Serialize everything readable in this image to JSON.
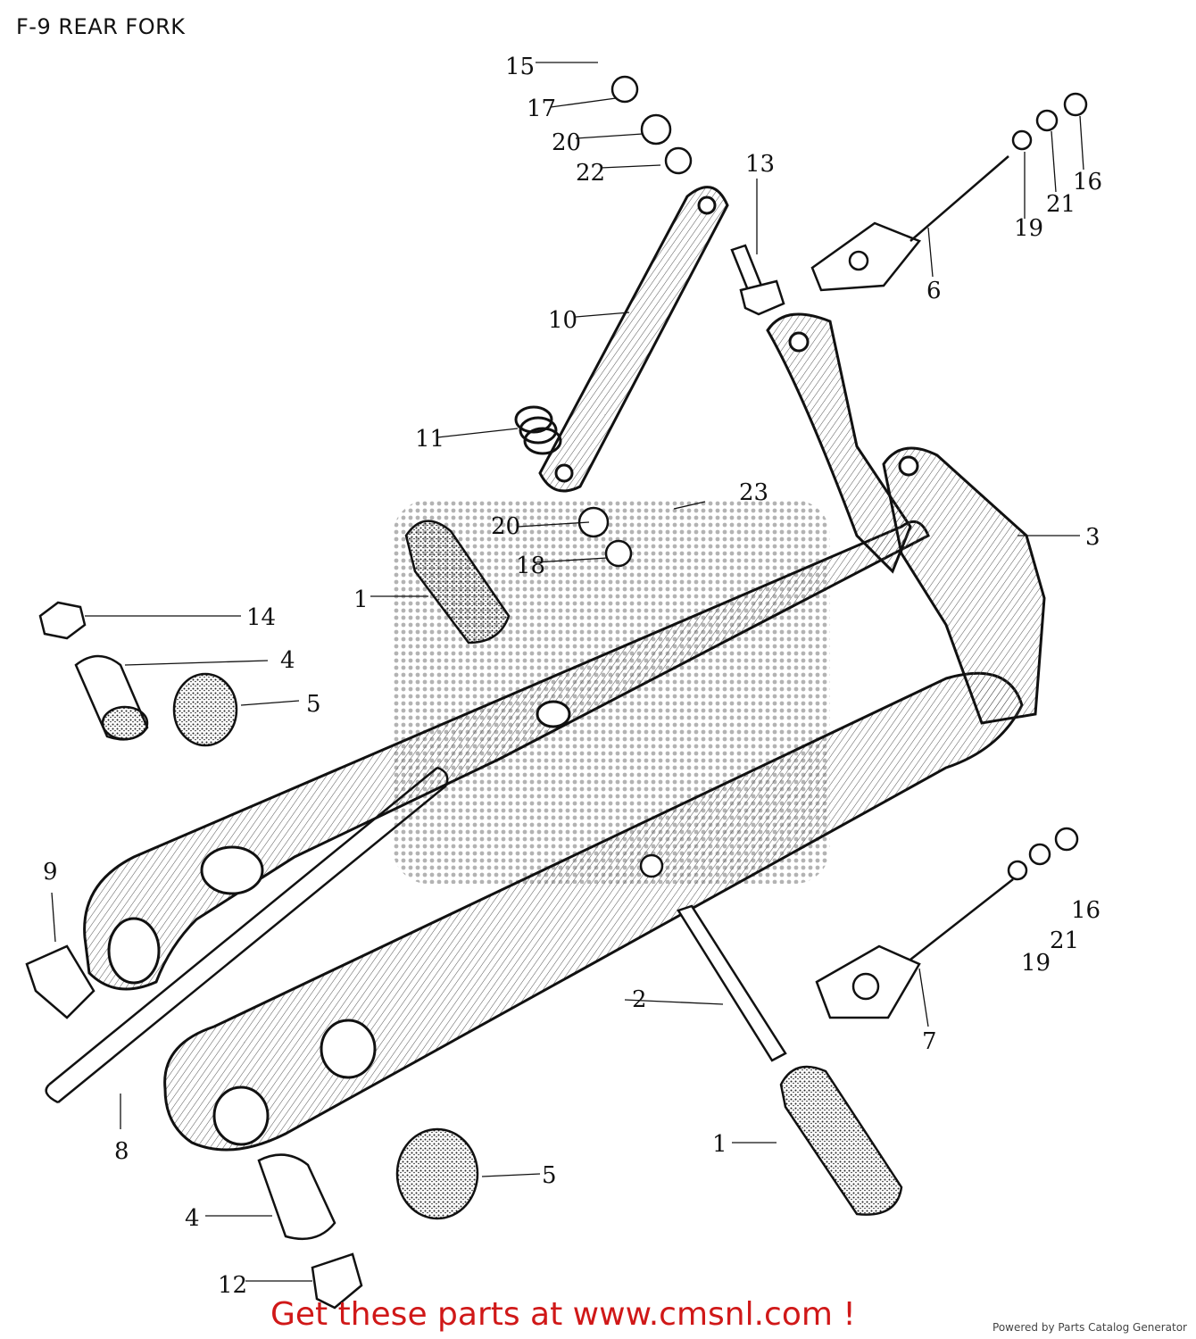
{
  "header": {
    "title": "F-9 REAR FORK"
  },
  "callouts": [
    "15",
    "17",
    "20",
    "22",
    "13",
    "16",
    "21",
    "19",
    "6",
    "10",
    "11",
    "23",
    "20",
    "18",
    "3",
    "1",
    "14",
    "4",
    "5",
    "9",
    "8",
    "2",
    "16",
    "21",
    "19",
    "7",
    "1",
    "5",
    "4",
    "12"
  ],
  "footer": {
    "cta": "Get these parts at www.cmsnl.com !",
    "credit": "Powered by Parts Catalog Generator"
  },
  "colors": {
    "cta": "#d01818",
    "ink": "#111111",
    "watermark": "#9a9a9a"
  }
}
